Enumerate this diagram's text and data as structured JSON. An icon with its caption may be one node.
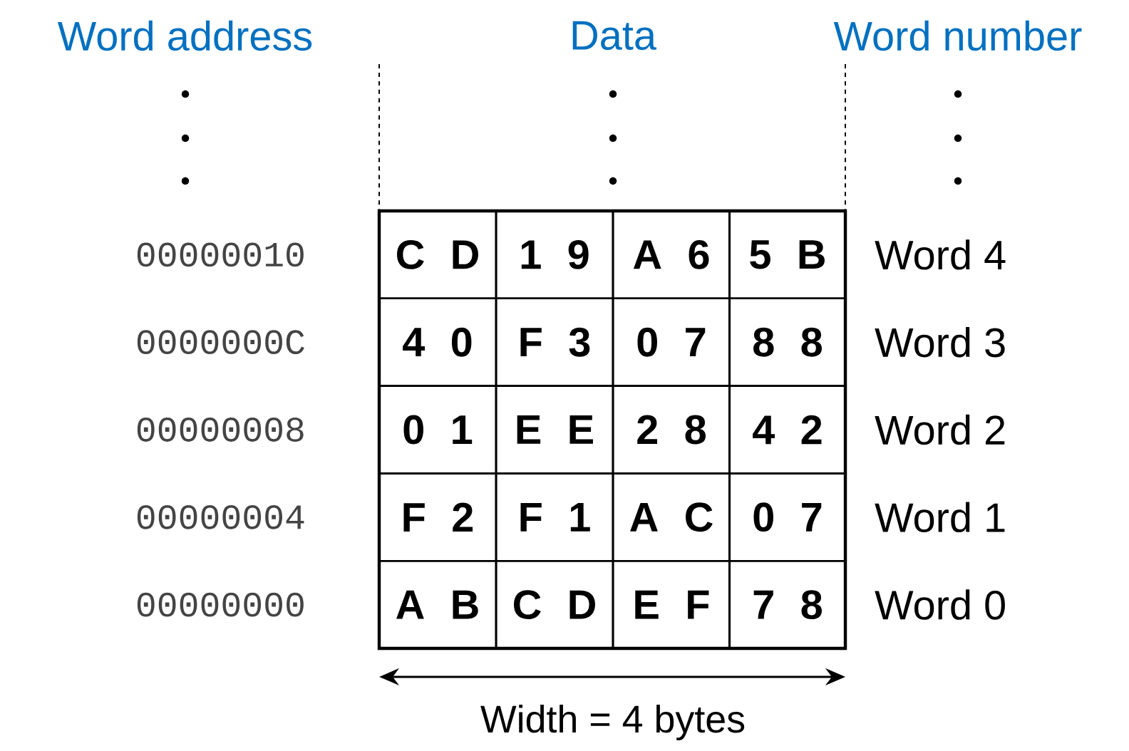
{
  "diagram": {
    "labels": [
      "Word address",
      "Data",
      "Word number",
      "00000010",
      "C D",
      "1 9",
      "A 6",
      "5 B",
      "Word 4",
      "0000000C",
      "4 0",
      "F 3",
      "0 7",
      "8 8",
      "Word 3",
      "00000008",
      "0 1",
      "E E",
      "2 8",
      "4 2",
      "Word 2",
      "00000004",
      "F 2",
      "F 1",
      "A C",
      "0 7",
      "Word 1",
      "00000000",
      "A B",
      "C D",
      "E F",
      "7 8",
      "Word 0",
      "Width = 4 bytes"
    ]
  }
}
